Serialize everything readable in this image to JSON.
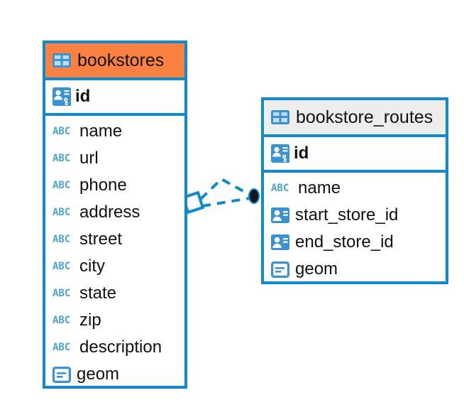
{
  "diagram": {
    "type": "entity-relationship-diagram",
    "background": "#ffffff",
    "edge_color": "#0d8bce",
    "accent_header_color": "#fa813f",
    "neutral_header_color": "#ededed",
    "icon_blue": "#3a92d2",
    "abc_blue": "#4ba3dc",
    "text_color": "#111111"
  },
  "tables": [
    {
      "name": "bookstores",
      "header_style": "accent",
      "table_icon": "table-grid-icon",
      "primary_key": {
        "label": "id",
        "icon": "primary-key-icon"
      },
      "fields": [
        {
          "label": "name",
          "icon": "abc-text-icon",
          "icon_text": "ABC"
        },
        {
          "label": "url",
          "icon": "abc-text-icon",
          "icon_text": "ABC"
        },
        {
          "label": "phone",
          "icon": "abc-text-icon",
          "icon_text": "ABC"
        },
        {
          "label": "address",
          "icon": "abc-text-icon",
          "icon_text": "ABC"
        },
        {
          "label": "street",
          "icon": "abc-text-icon",
          "icon_text": "ABC"
        },
        {
          "label": "city",
          "icon": "abc-text-icon",
          "icon_text": "ABC"
        },
        {
          "label": "state",
          "icon": "abc-text-icon",
          "icon_text": "ABC"
        },
        {
          "label": "zip",
          "icon": "abc-text-icon",
          "icon_text": "ABC"
        },
        {
          "label": "description",
          "icon": "abc-text-icon",
          "icon_text": "ABC"
        },
        {
          "label": "geom",
          "icon": "geometry-icon",
          "icon_text": ""
        }
      ]
    },
    {
      "name": "bookstore_routes",
      "header_style": "neutral",
      "table_icon": "table-grid-icon",
      "primary_key": {
        "label": "id",
        "icon": "primary-key-icon"
      },
      "fields": [
        {
          "label": "name",
          "icon": "abc-text-icon",
          "icon_text": "ABC"
        },
        {
          "label": "start_store_id",
          "icon": "foreign-key-icon",
          "icon_text": ""
        },
        {
          "label": "end_store_id",
          "icon": "foreign-key-icon",
          "icon_text": ""
        },
        {
          "label": "geom",
          "icon": "geometry-icon",
          "icon_text": ""
        }
      ]
    }
  ],
  "relationship": {
    "style": "dashed",
    "color": "#0d8bce",
    "source_endpoint": "diamond-outline-marker",
    "target_endpoint": "filled-circle-marker"
  }
}
